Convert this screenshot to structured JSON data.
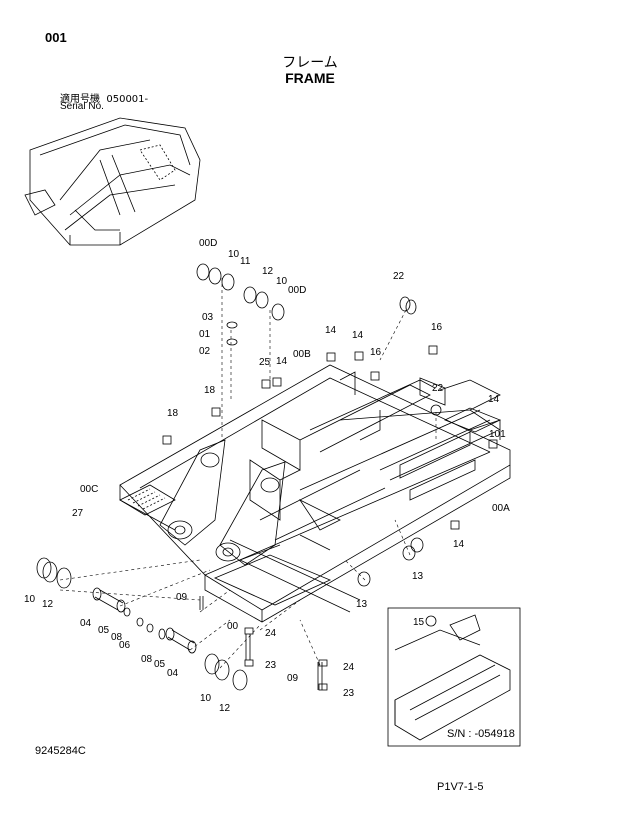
{
  "header": {
    "page_number": "001",
    "title_jp": "フレーム",
    "title_en": "FRAME",
    "serial_label_jp": "適用号機",
    "serial_value": "050001-",
    "serial_label_en": "Serial No."
  },
  "callouts": [
    "00D",
    "10",
    "11",
    "12",
    "10",
    "00D",
    "22",
    "03",
    "01",
    "02",
    "14",
    "14",
    "16",
    "25",
    "14",
    "00B",
    "16",
    "18",
    "22",
    "14",
    "18",
    "101",
    "00C",
    "27",
    "00A",
    "14",
    "13",
    "13",
    "10",
    "12",
    "04",
    "05",
    "08",
    "06",
    "08",
    "05",
    "04",
    "09",
    "00",
    "24",
    "23",
    "09",
    "24",
    "23",
    "10",
    "12",
    "15"
  ],
  "inset": {
    "callout": "15",
    "serial_range": "S/N : -054918"
  },
  "footer": {
    "drawing_number": "9245284C",
    "page_ref": "P1V7-1-5"
  }
}
